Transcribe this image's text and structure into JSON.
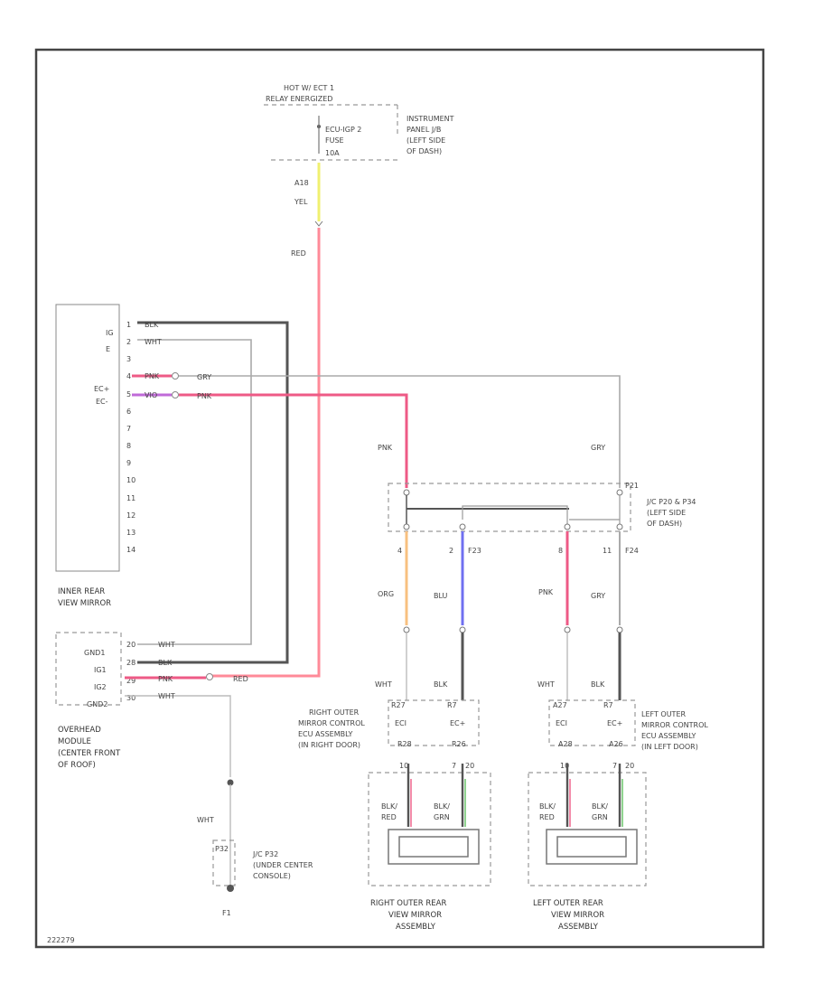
{
  "source": {
    "line1": "HOT W/ ECT 1",
    "line2": "RELAY ENERGIZED",
    "fuse_line1": "ECU-IGP 2",
    "fuse_line2": "FUSE",
    "fuse_amp": "10A",
    "ip_line1": "INSTRUMENT",
    "ip_line2": "PANEL J/B",
    "ip_line3": "(LEFT SIDE",
    "ip_line4": "OF DASH)"
  },
  "wire_labels": {
    "pin_a18": "A18",
    "yel": "YEL",
    "red_main": "RED",
    "red_bottom": "RED",
    "pnk_left": "PNK",
    "gry_right": "GRY",
    "org": "ORG",
    "blu": "BLU",
    "pnk_mid": "PNK",
    "gry_mid": "GRY",
    "wht_r": "WHT",
    "blk_r": "BLK",
    "wht_l": "WHT",
    "blk_l": "BLK",
    "wht_ground": "WHT",
    "f23": "F23",
    "f24": "F24",
    "p21": "P21",
    "pin4": "4",
    "pin2": "2",
    "pin8": "8",
    "pin11": "11"
  },
  "inner_mirror": {
    "label_line1": "INNER REAR",
    "label_line2": "VIEW MIRROR",
    "side_labels": [
      "IG",
      "E",
      "",
      "EC+",
      "EC-"
    ],
    "pins": [
      "1",
      "2",
      "3",
      "4",
      "5",
      "6",
      "7",
      "8",
      "9",
      "10",
      "11",
      "12",
      "13",
      "14"
    ],
    "wires": [
      "BLK",
      "WHT",
      "PNK",
      "VIO",
      "PNK",
      "GRY"
    ]
  },
  "overhead": {
    "label_line1": "OVERHEAD",
    "label_line2": "MODULE",
    "label_line3": "(CENTER FRONT",
    "label_line4": "OF ROOF)",
    "side_labels": [
      "GND1",
      "IG1",
      "IG2",
      "GND2"
    ],
    "pins": [
      "20",
      "28",
      "29",
      "30"
    ],
    "wires": [
      "WHT",
      "BLK",
      "PNK",
      "WHT"
    ]
  },
  "junction": {
    "line1": "J/C P20 & P34",
    "line2": "(LEFT SIDE",
    "line3": "OF DASH)"
  },
  "right_ecu": {
    "line1": "RIGHT OUTER",
    "line2": "MIRROR CONTROL",
    "line3": "ECU ASSEMBLY",
    "line4": "(IN RIGHT DOOR)",
    "pin_left": "R27",
    "pin_right": "R7",
    "ec_left": "ECI",
    "ec_right": "EC+",
    "sub_left": "R28",
    "sub_right": "R26",
    "pin_10": "10",
    "pin_7": "7",
    "pin_20": "20"
  },
  "left_ecu": {
    "line1": "LEFT OUTER",
    "line2": "MIRROR CONTROL",
    "line3": "ECU ASSEMBLY",
    "line4": "(IN LEFT DOOR)",
    "pin_left": "A27",
    "pin_right": "R7",
    "ec_left": "ECI",
    "ec_right": "EC+",
    "sub_left": "A28",
    "sub_right": "A26",
    "pin_10": "10",
    "pin_7": "7",
    "pin_20": "20"
  },
  "right_mirror": {
    "wire_a1": "BLK/",
    "wire_a2": "RED",
    "wire_b1": "BLK/",
    "wire_b2": "GRN",
    "line1": "RIGHT OUTER REAR",
    "line2": "VIEW MIRROR",
    "line3": "ASSEMBLY"
  },
  "left_mirror": {
    "wire_a1": "BLK/",
    "wire_a2": "RED",
    "wire_b1": "BLK/",
    "wire_b2": "GRN",
    "line1": "LEFT OUTER REAR",
    "line2": "VIEW MIRROR",
    "line3": "ASSEMBLY"
  },
  "ground_jc": {
    "pin": "P32",
    "line1": "J/C P32",
    "line2": "(UNDER CENTER",
    "line3": "CONSOLE)",
    "ground": "F1"
  },
  "footer": {
    "code": "222279"
  },
  "colors": {
    "red": "#ff8a98",
    "pink": "#ee5a86",
    "violet": "#c06ad8",
    "yellow": "#f0f070",
    "orange": "#f8c080",
    "blue": "#7070f0",
    "green": "#60c060",
    "gray": "#aaaaaa",
    "black": "#555555"
  }
}
